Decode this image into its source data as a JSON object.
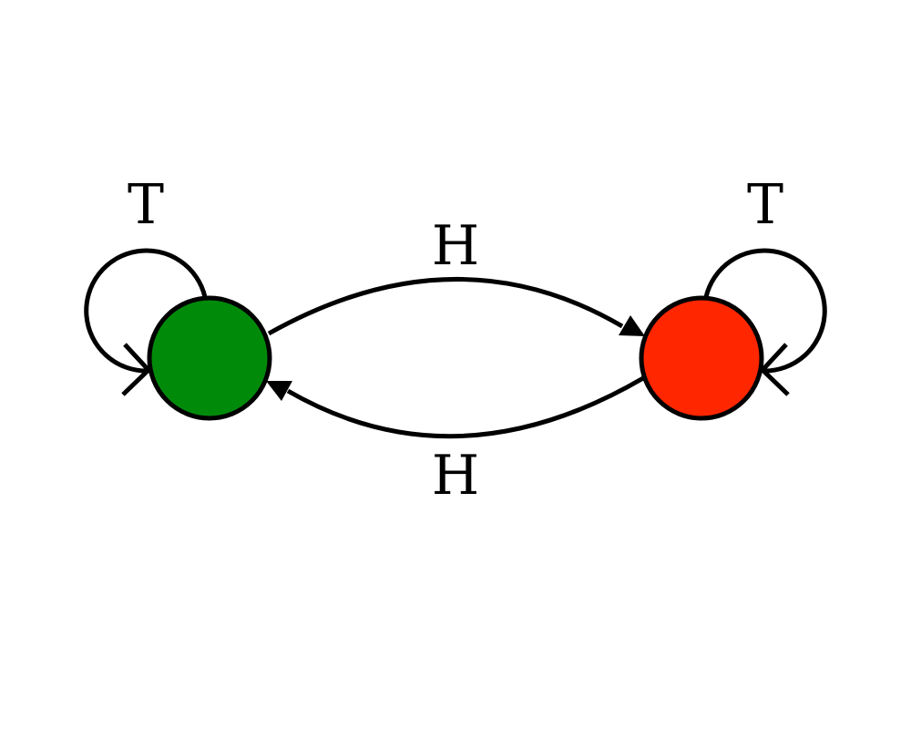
{
  "nodes": [
    {
      "id": "left",
      "color": "#008a0a"
    },
    {
      "id": "right",
      "color": "#ff2600"
    }
  ],
  "edges": {
    "left_self": {
      "label": "T"
    },
    "right_self": {
      "label": "T"
    },
    "left_to_right": {
      "label": "H"
    },
    "right_to_left": {
      "label": "H"
    }
  }
}
